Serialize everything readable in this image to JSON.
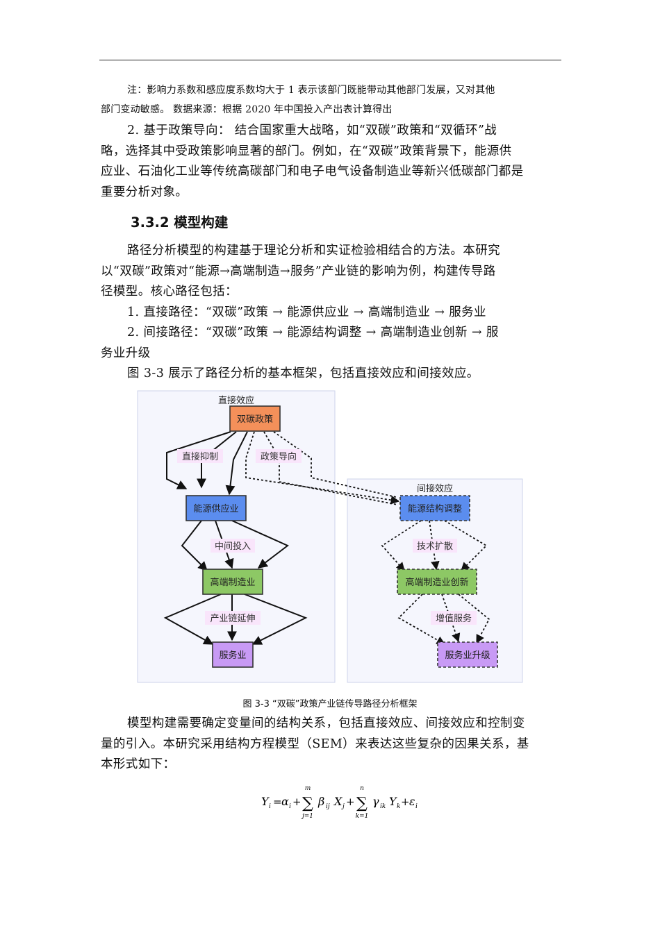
{
  "note": {
    "line1": "注：影响力系数和感应度系数均大于 1 表示该部门既能带动其他部门发展，又对其他",
    "line2": "部门变动敏感。 数据来源：根据 2020 年中国投入产出表计算得出"
  },
  "para_policy": {
    "line1": "2. 基于政策导向： 结合国家重大战略，如“双碳”政策和“双循环”战",
    "line2": "略，选择其中受政策影响显著的部门。例如，在“双碳”政策背景下，能源供",
    "line3": "应业、石油化工业等传统高碳部门和电子电气设备制造业等新兴低碳部门都是",
    "line4": "重要分析对象。"
  },
  "section_heading": "3.3.2 模型构建",
  "para_model": {
    "line1": "路径分析模型的构建基于理论分析和实证检验相结合的方法。本研究",
    "line2": "以“双碳”政策对“能源→高端制造→服务”产业链的影响为例，构建传导路",
    "line3": "径模型。核心路径包括："
  },
  "path_direct": "1. 直接路径：“双碳”政策 → 能源供应业 → 高端制造业 → 服务业",
  "path_indirect": {
    "line1": "2. 间接路径：“双碳”政策 → 能源结构调整 → 高端制造业创新 → 服",
    "line2": "务业升级"
  },
  "figure_intro": "图 3-3 展示了路径分析的基本框架，包括直接效应和间接效应。",
  "diagram": {
    "direct_cluster_label": "直接效应",
    "indirect_cluster_label": "间接效应",
    "nodes": {
      "policy": "双碳政策",
      "energy_supply": "能源供应业",
      "high_end_mfg": "高端制造业",
      "services": "服务业",
      "energy_restructure": "能源结构调整",
      "mfg_innovation": "高端制造业创新",
      "services_upgrade": "服务业升级"
    },
    "edge_labels": {
      "direct_suppress": "直接抑制",
      "policy_guidance": "政策导向",
      "intermediate_input": "中间投入",
      "chain_extension": "产业链延伸",
      "tech_diffusion": "技术扩散",
      "value_added_services": "增值服务"
    },
    "colors": {
      "policy": "#F4905A",
      "energy": "#5B8DEF",
      "manufacturing": "#8DC865",
      "services": "#C89AF5",
      "edge_label_bg": "#F9E5FB",
      "cluster_bg": "#F5F6FD"
    }
  },
  "figure_caption": "图 3-3 “双碳”政策产业链传导路径分析框架",
  "para_sem": {
    "line1": "模型构建需要确定变量间的结构关系，包括直接效应、间接效应和控制变",
    "line2": "量的引入。本研究采用结构方程模型（SEM）来表达这些复杂的因果关系，基",
    "line3": "本形式如下："
  },
  "formula": {
    "lhs": "Y",
    "lhs_sub": "i",
    "eq": "=",
    "alpha": "α",
    "alpha_sub": "i",
    "plus": "+",
    "sum1_top": "m",
    "sum1_bottom": "j=1",
    "sigma": "∑",
    "beta": "β",
    "beta_sub": "ij",
    "x": "X",
    "x_sub": "j",
    "sum2_top": "n",
    "sum2_bottom": "k=1",
    "gamma": "γ",
    "gamma_sub": "ik",
    "y2": "Y",
    "y2_sub": "k",
    "eps": "ε",
    "eps_sub": "i"
  }
}
